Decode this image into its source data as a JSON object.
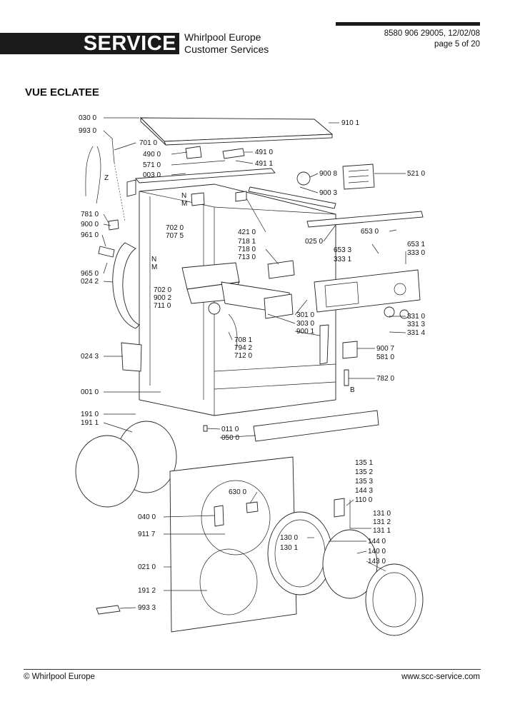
{
  "header": {
    "service_label": "SERVICE",
    "company": "Whirlpool Europe",
    "department": "Customer Services",
    "doc_ref": "8580 906 29005, 12/02/08",
    "page": "page 5 of 20"
  },
  "title": "VUE ECLATEE",
  "diagram": {
    "letters": [
      "Z",
      "N",
      "M",
      "N",
      "M",
      "B"
    ],
    "labels_left": [
      "030 0",
      "993 0",
      "701 0",
      "490 0",
      "571 0",
      "003 0",
      "781 0",
      "900 0",
      "961 0",
      "702 0",
      "707 5",
      "965 0",
      "024 2",
      "702 0",
      "900 2",
      "711 0",
      "024 3",
      "001 0",
      "191 0",
      "191 1",
      "040 0",
      "911 7",
      "021 0",
      "191 2",
      "993 3"
    ],
    "labels_right": [
      "910 1",
      "491 0",
      "491 1",
      "900 8",
      "521 0",
      "900 3",
      "421 0",
      "718 1",
      "718 0",
      "713 0",
      "653 0",
      "025 0",
      "653 1",
      "333 0",
      "653 3",
      "333 1",
      "301 0",
      "303 0",
      "900 1",
      "331 0",
      "331 3",
      "331 4",
      "708 1",
      "794 2",
      "712 0",
      "900 7",
      "581 0",
      "782 0",
      "011 0",
      "050 0",
      "135 1",
      "135 2",
      "135 3",
      "144 3",
      "110 0",
      "630 0",
      "131 0",
      "131 2",
      "131 1",
      "130 0",
      "130 1",
      "144 0",
      "140 0",
      "143 0"
    ]
  },
  "footer": {
    "copyright": "© Whirlpool Europe",
    "website": "www.scc-service.com"
  }
}
